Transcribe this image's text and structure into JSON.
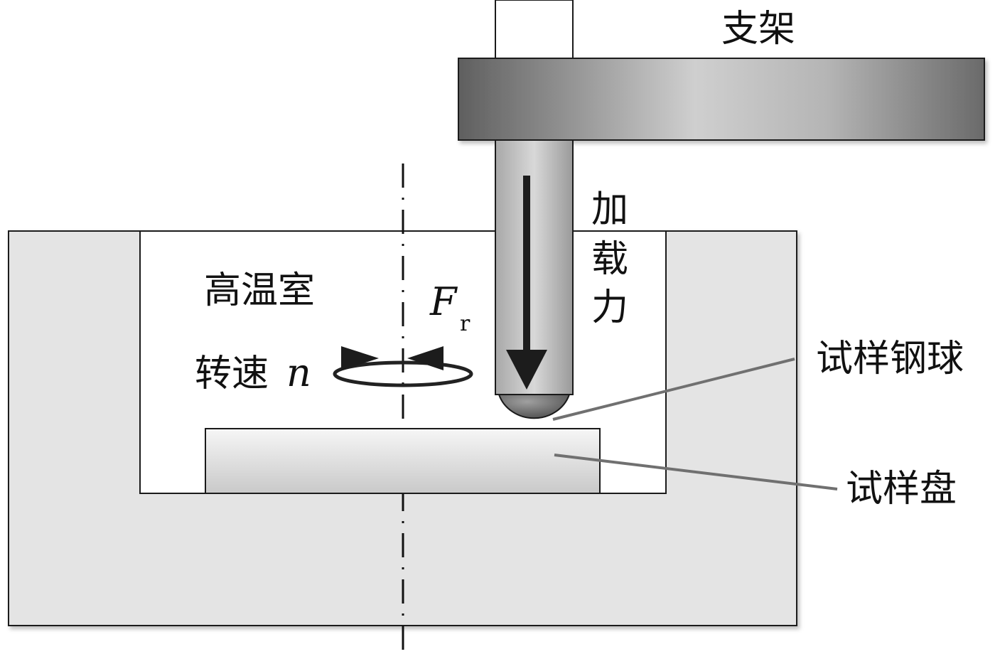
{
  "labels": {
    "bracket": "支架",
    "load_chars": [
      "加",
      "载",
      "力"
    ],
    "chamber": "高温室",
    "force_symbol": "F",
    "force_subscript": "r",
    "speed_text": "转速",
    "speed_symbol": "n",
    "ball": "试样钢球",
    "disk": "试样盘"
  },
  "colors": {
    "housing": "#e4e4e4",
    "outline": "#1a1a1a",
    "bracket_dark": "#6e6e6e",
    "bracket_light": "#cdcdcd",
    "leader_line": "#707070",
    "arrow": "#1c1c1c"
  }
}
